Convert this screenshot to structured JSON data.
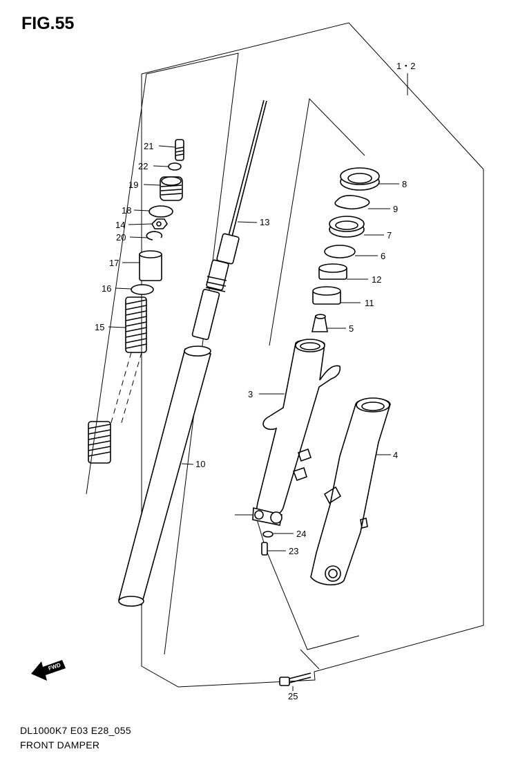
{
  "figure_label": "FIG.55",
  "model_code": "DL1000K7 E03 E28_055",
  "section_title": "FRONT DAMPER",
  "fwd_label": "FWD",
  "assembly_label": "1・2",
  "parts": [
    {
      "ref": "21"
    },
    {
      "ref": "22"
    },
    {
      "ref": "19"
    },
    {
      "ref": "18"
    },
    {
      "ref": "14"
    },
    {
      "ref": "20"
    },
    {
      "ref": "17"
    },
    {
      "ref": "16"
    },
    {
      "ref": "15"
    },
    {
      "ref": "13"
    },
    {
      "ref": "10"
    },
    {
      "ref": "8"
    },
    {
      "ref": "9"
    },
    {
      "ref": "7"
    },
    {
      "ref": "6"
    },
    {
      "ref": "12"
    },
    {
      "ref": "11"
    },
    {
      "ref": "5"
    },
    {
      "ref": "3"
    },
    {
      "ref": "4"
    },
    {
      "ref": "24"
    },
    {
      "ref": "23"
    },
    {
      "ref": "25"
    }
  ]
}
